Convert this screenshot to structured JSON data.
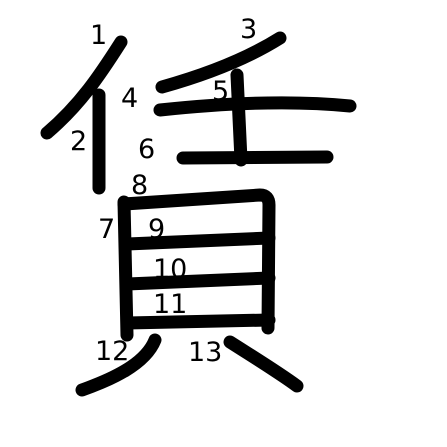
{
  "character": {
    "glyph": "賃",
    "stroke_numbers": [
      "1",
      "2",
      "3",
      "4",
      "5",
      "6",
      "7",
      "8",
      "9",
      "10",
      "11",
      "12",
      "13"
    ]
  },
  "colors": {
    "background": "#ffffff",
    "ink": "#000000"
  }
}
